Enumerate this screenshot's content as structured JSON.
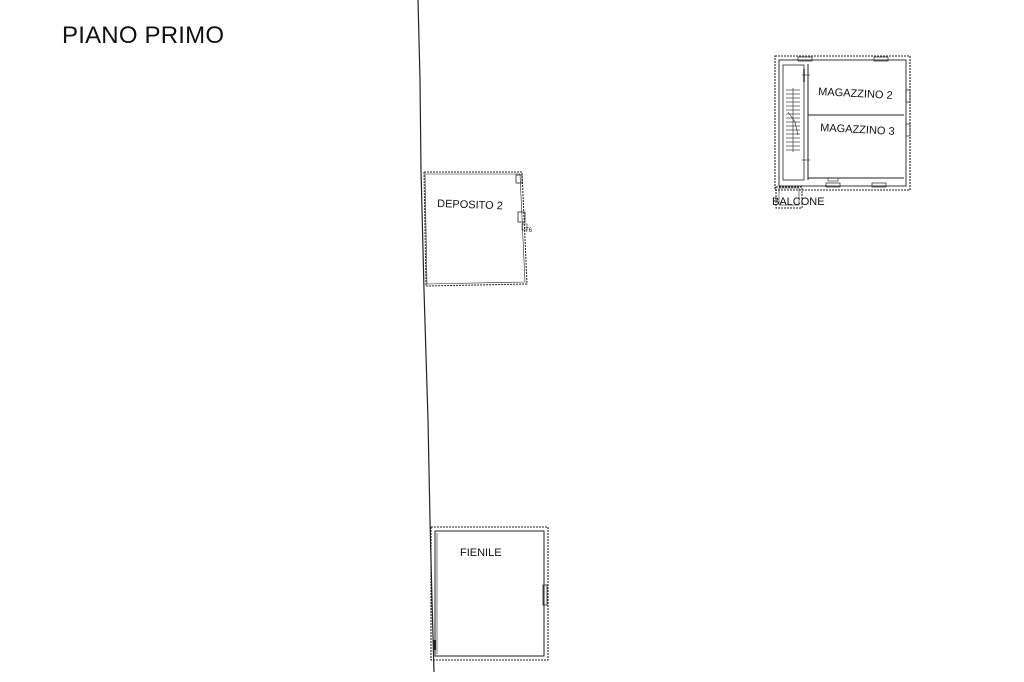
{
  "heading": "PIANO PRIMO",
  "rooms": {
    "deposito": "DEPOSITO 2",
    "fienile": "FIENILE",
    "magazzino2": "MAGAZZINO 2",
    "magazzino3": "MAGAZZINO 3",
    "balcone": "BALCONE",
    "deposito_tag": "T6"
  },
  "colors": {
    "line": "#222222",
    "background": "#ffffff"
  }
}
